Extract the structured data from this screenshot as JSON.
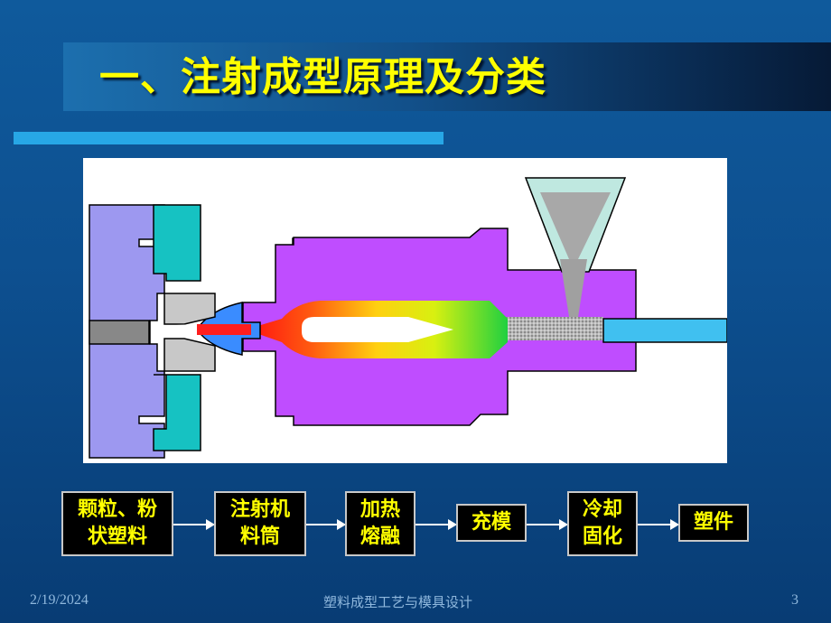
{
  "slide": {
    "title": "一、注射成型原理及分类",
    "flow_steps": [
      "颗粒、粉\n状塑料",
      "注射机\n料筒",
      "加热\n熔融",
      "充模",
      "冷却\n固化",
      "塑件"
    ],
    "footer": {
      "date": "2/19/2024",
      "course": "塑料成型工艺与模具设计",
      "page_number": "3"
    }
  },
  "colors": {
    "title_text": "#ffff00",
    "step_text": "#ffff00",
    "step_fill": "#000000",
    "accent_bar": "#27a7e6",
    "barrel": "#bf4dff",
    "mold": "#9d98f0",
    "mold_insert": "#16c2c2",
    "nozzle": "#3a8cff",
    "screw": "#40c0f0"
  }
}
